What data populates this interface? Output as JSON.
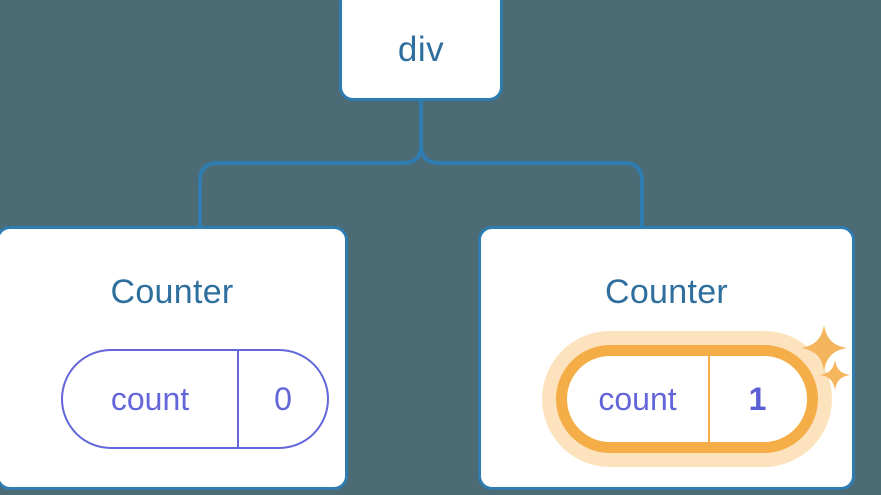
{
  "theme": {
    "background": "#4d6b75",
    "node_border": "#2e7cb0",
    "node_fill": "#ffffff",
    "node_text": "#2e6f9e",
    "edge": "#2e7cb0",
    "pill_stroke": "#6366d8",
    "pill_text": "#6366d8",
    "highlight_ring": "#f5ad48",
    "highlight_glow": "#fce3bd",
    "highlight_value_text": "#5b5fd6",
    "sparkle": "#f5b55c"
  },
  "diagram": {
    "type": "component-tree",
    "root": {
      "label": "div"
    },
    "children": [
      {
        "title": "Counter",
        "state": {
          "key": "count",
          "value": "0"
        },
        "highlighted": false
      },
      {
        "title": "Counter",
        "state": {
          "key": "count",
          "value": "1"
        },
        "highlighted": true
      }
    ],
    "sparkles": [
      {
        "name": "sparkle-large",
        "glyph": "✦"
      },
      {
        "name": "sparkle-small",
        "glyph": "✦"
      }
    ]
  }
}
